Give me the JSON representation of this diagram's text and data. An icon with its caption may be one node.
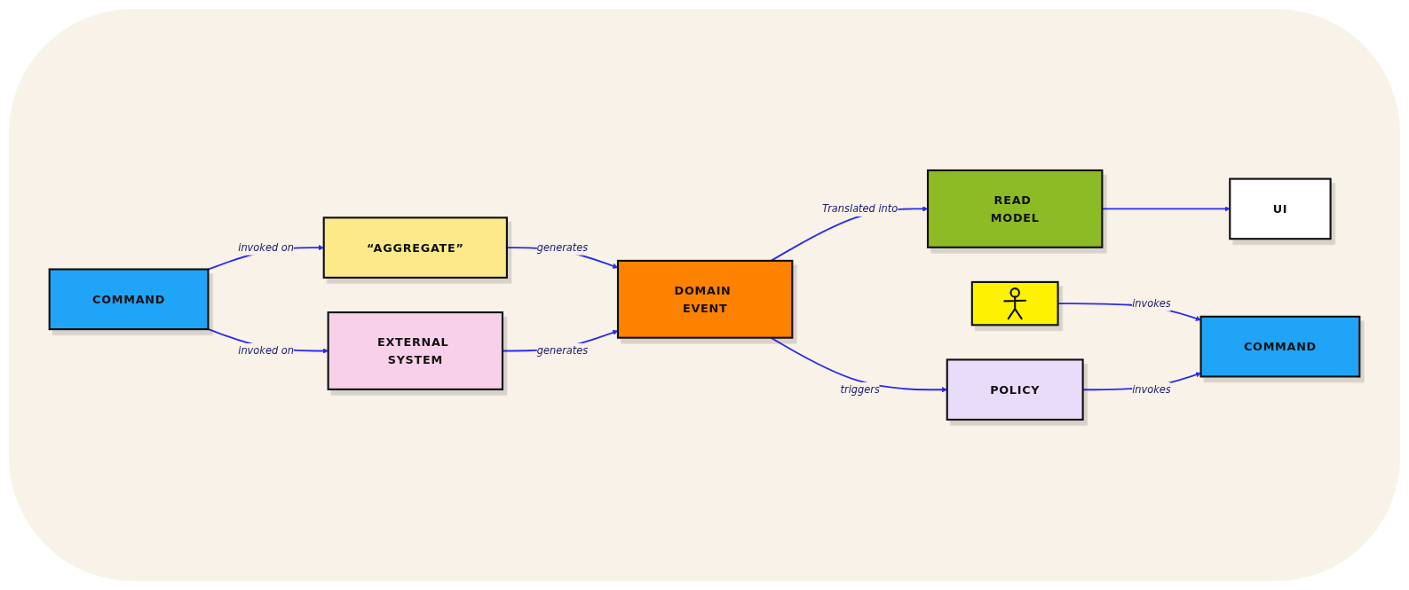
{
  "diagram": {
    "nodes": [
      {
        "text": [
          "COMMAND"
        ]
      },
      {
        "text": [
          "“AGGREGATE”"
        ]
      },
      {
        "text": [
          "EXTERNAL SYSTEM"
        ]
      },
      {
        "text": [
          "DOMAIN EVENT"
        ]
      },
      {
        "text": [
          "READ MODEL"
        ]
      },
      {
        "text": [
          "UI"
        ]
      },
      {
        "text": [
          "POLICY"
        ]
      },
      {
        "text": [],
        "shape": "person"
      },
      {
        "text": [
          "COMMAND"
        ]
      }
    ],
    "edges": [
      {
        "from": 0,
        "to": 1,
        "arrow": "to",
        "label": "invoked on"
      },
      {
        "from": 0,
        "to": 2,
        "arrow": "to",
        "label": "invoked on"
      },
      {
        "from": 1,
        "to": 3,
        "arrow": "to",
        "label": "generates"
      },
      {
        "from": 2,
        "to": 3,
        "arrow": "to",
        "label": "generates"
      },
      {
        "from": 3,
        "to": 4,
        "arrow": "to",
        "label": "Translated into"
      },
      {
        "from": 4,
        "to": 5,
        "arrow": "to"
      },
      {
        "from": 3,
        "to": 6,
        "arrow": "to",
        "label": "triggers"
      },
      {
        "from": 7,
        "to": 8,
        "arrow": "to",
        "label": "invokes"
      },
      {
        "from": 6,
        "to": 8,
        "arrow": "to",
        "label": "invokes"
      }
    ]
  }
}
